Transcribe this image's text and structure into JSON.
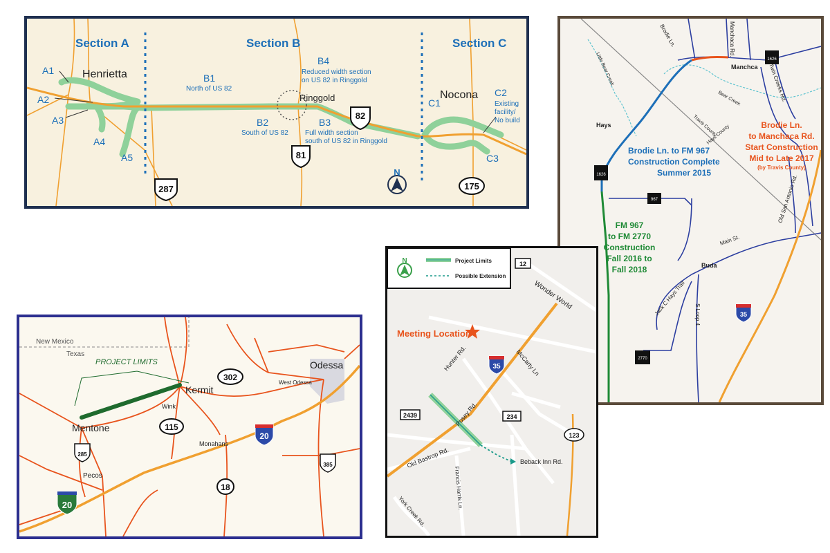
{
  "map1": {
    "sections": [
      "Section A",
      "Section B",
      "Section C"
    ],
    "towns": [
      "Henrietta",
      "Ringgold",
      "Nocona"
    ],
    "segments": {
      "A1": "A1",
      "A2": "A2",
      "A3": "A3",
      "A4": "A4",
      "A5": "A5",
      "B1": "B1",
      "B1_note": "North of US 82",
      "B2": "B2",
      "B2_note": "South of US 82",
      "B3": "B3",
      "B3_note_1": "Full width section",
      "B3_note_2": "south of US 82 in Ringgold",
      "B4": "B4",
      "B4_note_1": "Reduced width section",
      "B4_note_2": "on US 82 in Ringgold",
      "C1": "C1",
      "C2": "C2",
      "C2_note_1": "Existing",
      "C2_note_2": "facility/",
      "C2_note_3": "No build",
      "C3": "C3"
    },
    "shields": {
      "us82": "82",
      "us81": "81",
      "us287": "287",
      "sh175": "175"
    },
    "north": "N",
    "colors": {
      "alternative": "#8fd19a",
      "highway": "#f0a030",
      "label": "#1d6fb8",
      "border": "#1f3050"
    }
  },
  "map2": {
    "roads": [
      "Brodie Ln.",
      "Manchaca Rd.",
      "Little Bear Creek",
      "Twin Creeks Rd.",
      "Bear Creek",
      "Travis County",
      "Hays County",
      "Old San Antonio Rd.",
      "Main St.",
      "Jack C Hays Trail",
      "S Loop 4"
    ],
    "places": [
      "Manchca",
      "Hays",
      "Buda"
    ],
    "phase_blue": [
      "Brodie Ln. to FM 967",
      "Construction Complete",
      "Summer 2015"
    ],
    "phase_green": [
      "FM 967",
      "to FM 2770",
      "Construction",
      "Fall 2016 to",
      "Fall 2018"
    ],
    "phase_orange": [
      "Brodie Ln.",
      "to Manchaca Rd.",
      "Start Construction",
      "Mid to Late 2017",
      "(by Travis County)"
    ],
    "shields": {
      "fm1626_top": "1626",
      "fm1626": "1626",
      "fm967": "967",
      "fm2770": "2770",
      "i35": "35"
    },
    "colors": {
      "complete": "#1d6fb8",
      "construction": "#1f8a36",
      "future": "#e8541d",
      "interstate": "#f0a030"
    }
  },
  "map3": {
    "states": [
      "New Mexico",
      "Texas"
    ],
    "project_limits": "PROJECT LIMITS",
    "towns": [
      "Kermit",
      "Wink",
      "Mentone",
      "Monahans",
      "Pecos",
      "West Odessa",
      "Odessa"
    ],
    "shields": {
      "sh302": "302",
      "sh115": "115",
      "sh18": "18",
      "us285": "285",
      "us385": "385",
      "i20a": "20",
      "i20b": "20"
    },
    "colors": {
      "project": "#1f6b2e",
      "road": "#e8541d",
      "interstate": "#f0a030",
      "border": "#2c2f8f"
    }
  },
  "map4": {
    "legend": {
      "north": "N",
      "project_limits": "Project Limits",
      "possible_extension": "Possible Extension"
    },
    "meeting_location": "Meeting Location",
    "roads": [
      "Wonder World",
      "Hunter Rd.",
      "McCarty Ln",
      "Posey Rd.",
      "Old Bastrop Rd.",
      "Francis Harris Ln.",
      "York Creek Rd.",
      "Beback Inn Rd."
    ],
    "shields": {
      "r12": "12",
      "i35": "35",
      "r234": "234",
      "r2439": "2439",
      "r123": "123"
    },
    "colors": {
      "project": "#8fd19a",
      "extension": "#1a9a8a",
      "interstate": "#f0a030",
      "meeting": "#e8541d"
    }
  }
}
